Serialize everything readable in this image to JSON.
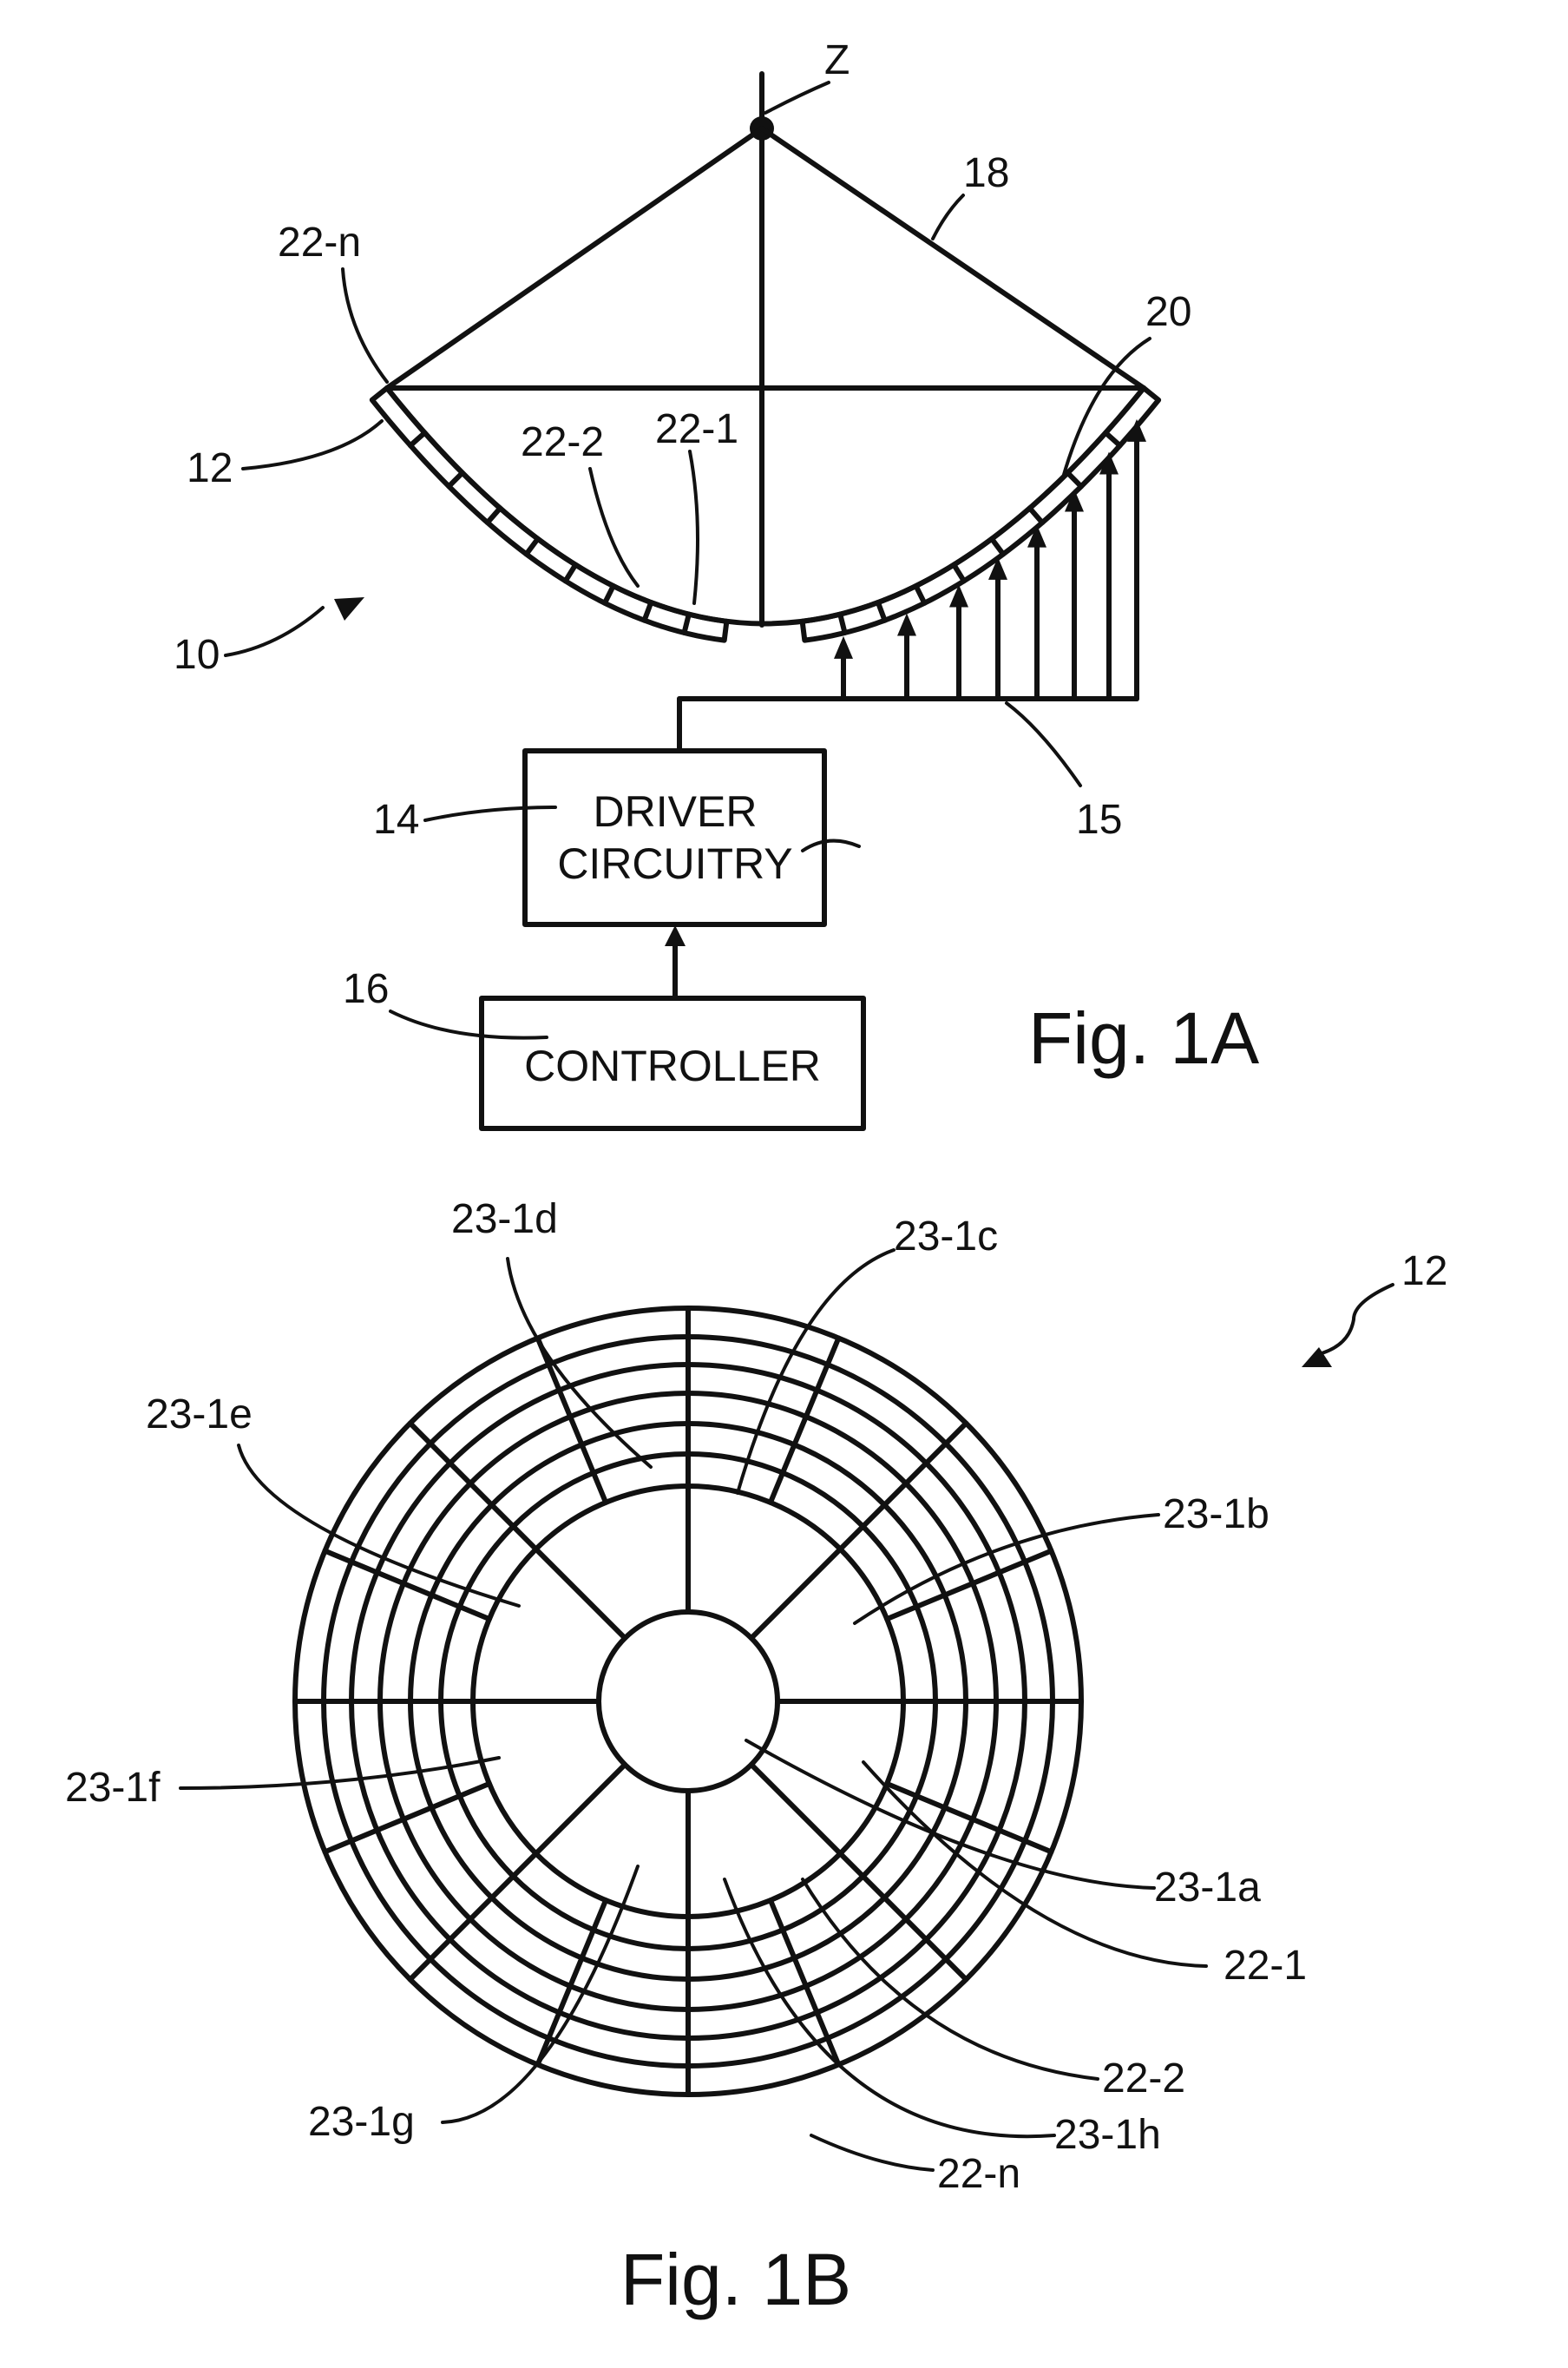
{
  "fig1a": {
    "caption": "Fig. 1A",
    "labels": {
      "z": "Z",
      "l18": "18",
      "l22n": "22-n",
      "l20": "20",
      "l12": "12",
      "l22_2": "22-2",
      "l22_1": "22-1",
      "l10": "10",
      "l14": "14",
      "l15": "15",
      "l16": "16"
    },
    "driver_box": {
      "line1": "DRIVER",
      "line2": "CIRCUITRY"
    },
    "controller_box": {
      "text": "CONTROLLER"
    }
  },
  "fig1b": {
    "caption": "Fig. 1B",
    "labels": {
      "l12": "12",
      "l23_1a": "23-1a",
      "l23_1b": "23-1b",
      "l23_1c": "23-1c",
      "l23_1d": "23-1d",
      "l23_1e": "23-1e",
      "l23_1f": "23-1f",
      "l23_1g": "23-1g",
      "l23_1h": "23-1h",
      "l22_1": "22-1",
      "l22_2": "22-2",
      "l22n": "22-n"
    }
  },
  "colors": {
    "ink": "#111111",
    "paper": "#ffffff"
  }
}
